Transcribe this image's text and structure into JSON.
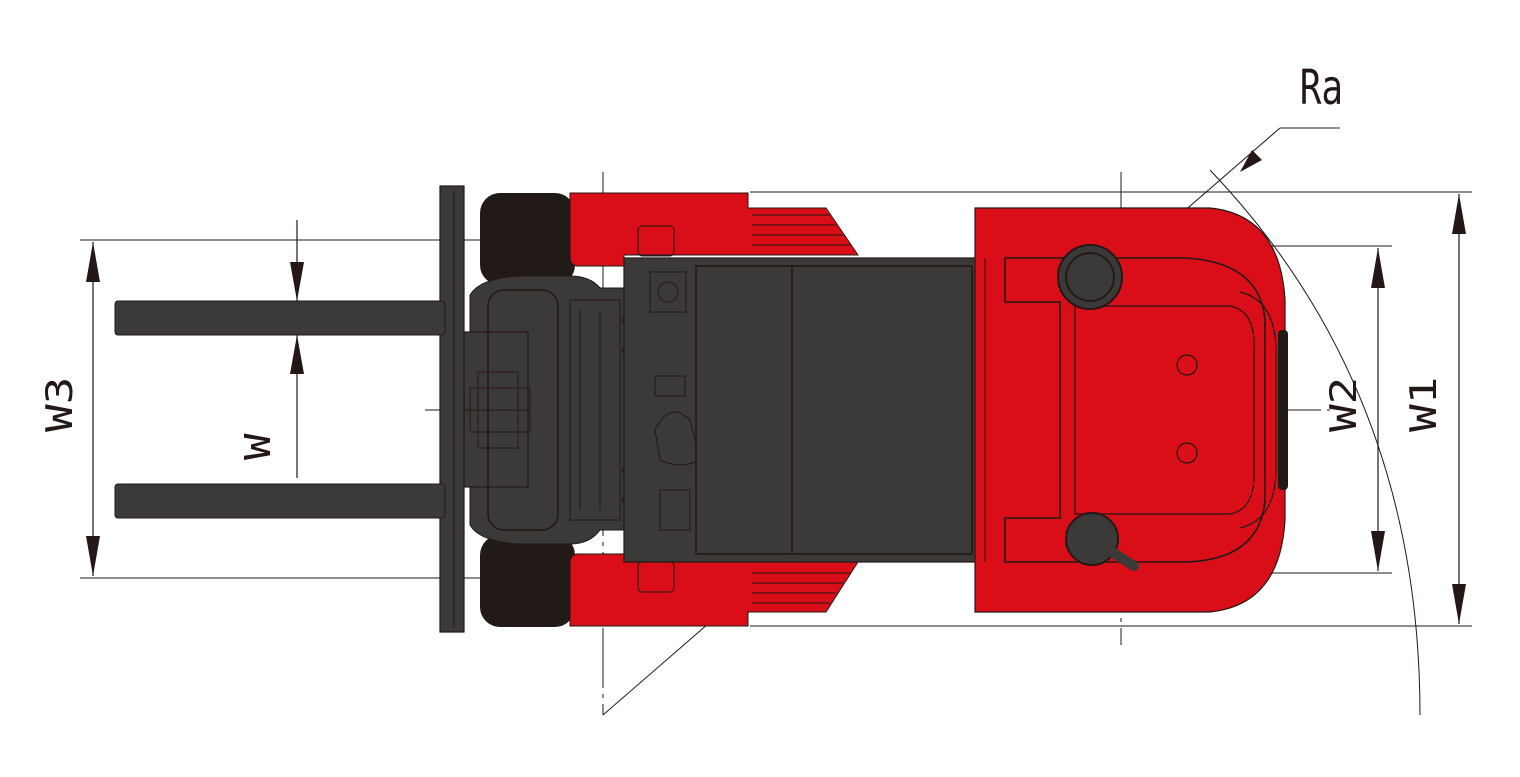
{
  "labels": {
    "ra": "Ra",
    "w": "W",
    "w1": "W1",
    "w2": "W2",
    "w3": "W3"
  },
  "colors": {
    "body_red": "#D90E18",
    "dark_gray": "#3C3A39",
    "tire_black": "#221A17",
    "line": "#231815"
  }
}
